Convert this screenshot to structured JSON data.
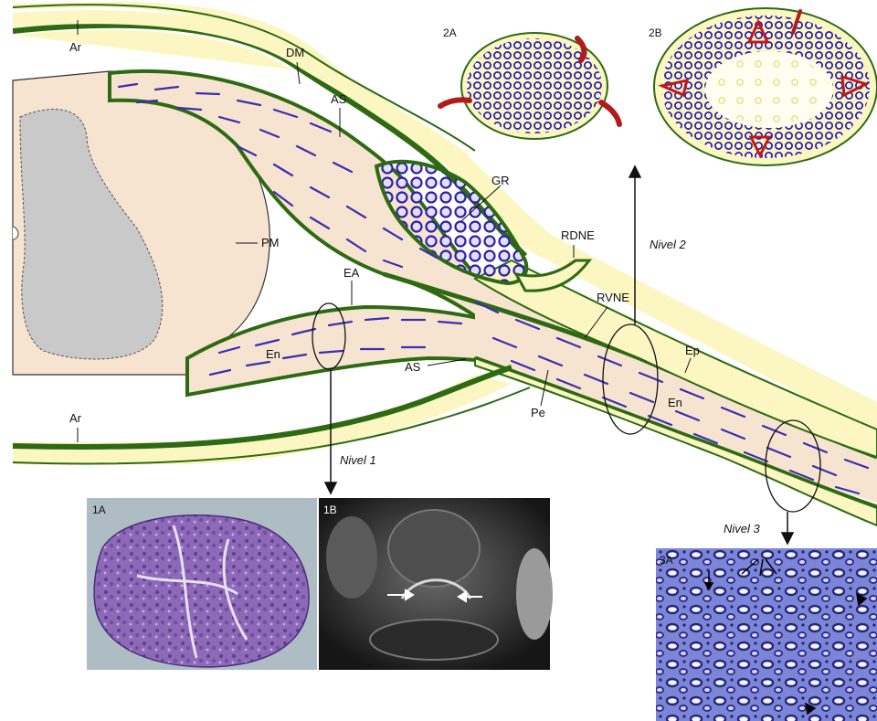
{
  "labels": {
    "ar_top": "Ar",
    "dm": "DM",
    "as_top": "AS",
    "gr": "GR",
    "pm": "PM",
    "ea": "EA",
    "en_left": "En",
    "as_bottom": "AS",
    "ar_bottom": "Ar",
    "rdne": "RDNE",
    "rvne": "RVNE",
    "pe": "Pe",
    "ep": "Ep",
    "en_right": "En"
  },
  "levels": {
    "nivel1": "Nivel 1",
    "nivel2": "Nivel 2",
    "nivel3": "Nivel 3"
  },
  "panels": {
    "p2a": "2A",
    "p2b": "2B",
    "p1a": "1A",
    "p1b": "1B",
    "p3a": "3A"
  },
  "colors": {
    "dura_yellow": "#fbf6c2",
    "sheath_green": "#2d6a12",
    "nerve_tan": "#f6e4d0",
    "fiber_blue": "#3a2fb0",
    "vessel_red": "#b31a1a",
    "cord_gray": "#c9c9c9"
  }
}
